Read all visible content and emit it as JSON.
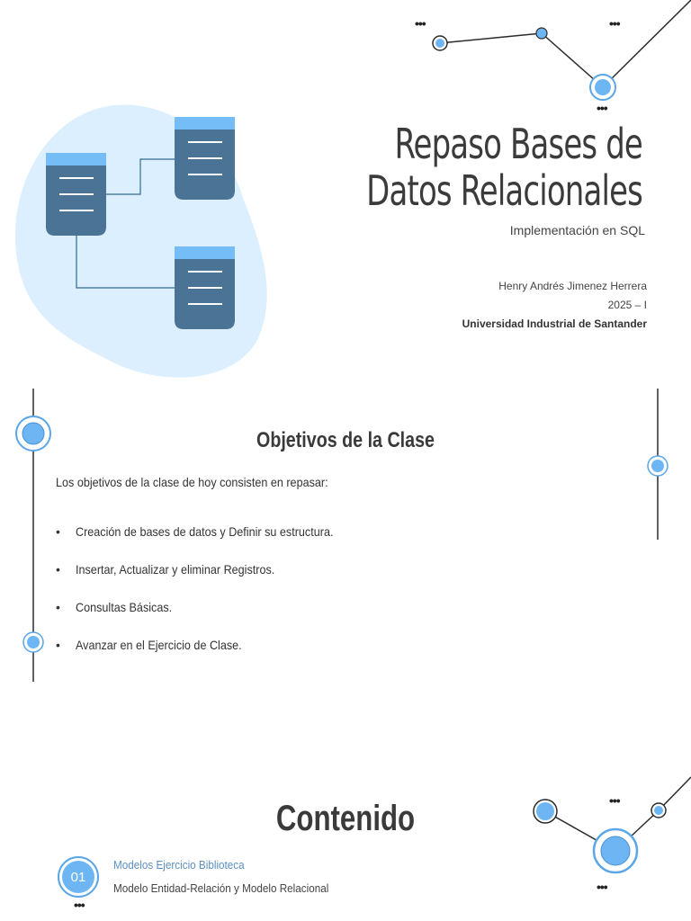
{
  "slide1": {
    "title_line1": "Repaso Bases de",
    "title_line2": "Datos Relacionales",
    "subtitle": "Implementación en SQL",
    "author": "Henry Andrés Jimenez Herrera",
    "period": "2025 – I",
    "university": "Universidad Industrial de Santander"
  },
  "slide2": {
    "title": "Objetivos de la Clase",
    "intro": "Los objetivos de la clase de hoy consisten en repasar:",
    "objectives": [
      "Creación de bases de datos y Definir su estructura.",
      "Insertar, Actualizar y eliminar Registros.",
      "Consultas Básicas.",
      "Avanzar en el Ejercicio de Clase."
    ],
    "bullet": "•"
  },
  "slide3": {
    "title": "Contenido",
    "items": [
      {
        "number": "01",
        "heading": "Modelos Ejercicio Biblioteca",
        "description": "Modelo Entidad-Relación y Modelo Relacional"
      }
    ]
  },
  "decor": {
    "dots": "•••",
    "colors": {
      "accent": "#6db6f3",
      "accent_dark": "#4a7396",
      "blob": "#dcefff",
      "line": "#2b2b2b"
    },
    "icons": [
      "database-icon",
      "network-nodes-icon",
      "timeline-node-icon"
    ]
  }
}
